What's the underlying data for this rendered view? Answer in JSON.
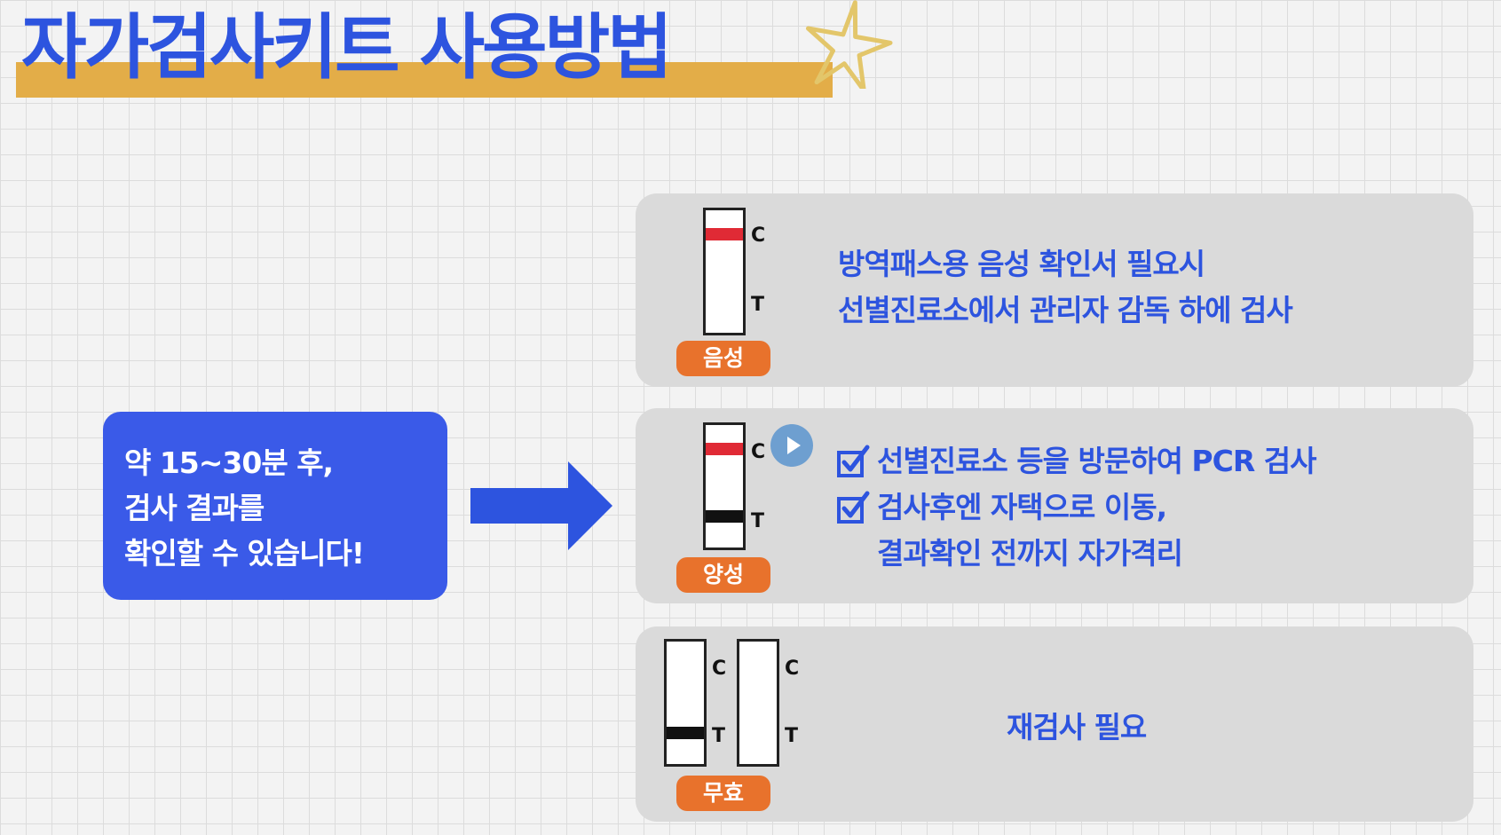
{
  "title": "자가검사키트 사용방법",
  "instruction": {
    "lines": [
      "약 15~30분 후,",
      "검사 결과를",
      "확인할 수 있습니다!"
    ]
  },
  "strip_labels": {
    "control": "C",
    "test": "T"
  },
  "results": {
    "negative": {
      "badge": "음성",
      "lines": [
        "방역패스용 음성 확인서 필요시",
        "선별진료소에서 관리자 감독 하에 검사"
      ]
    },
    "positive": {
      "badge": "양성",
      "items": [
        "선별진료소 등을 방문하여 PCR 검사",
        "검사후엔 자택으로 이동,"
      ],
      "continuation": "결과확인 전까지 자가격리"
    },
    "invalid": {
      "badge": "무효",
      "text": "재검사 필요"
    }
  },
  "colors": {
    "title_blue": "#2d54df",
    "title_band": "#e3ad48",
    "instruction_box": "#3a5ae8",
    "badge_orange": "#e8722c",
    "control_line_red": "#e02a35",
    "panel_gray": "#dadada"
  },
  "icons": [
    "star-icon",
    "arrow-right-icon",
    "checkbox-icon",
    "play-icon"
  ]
}
